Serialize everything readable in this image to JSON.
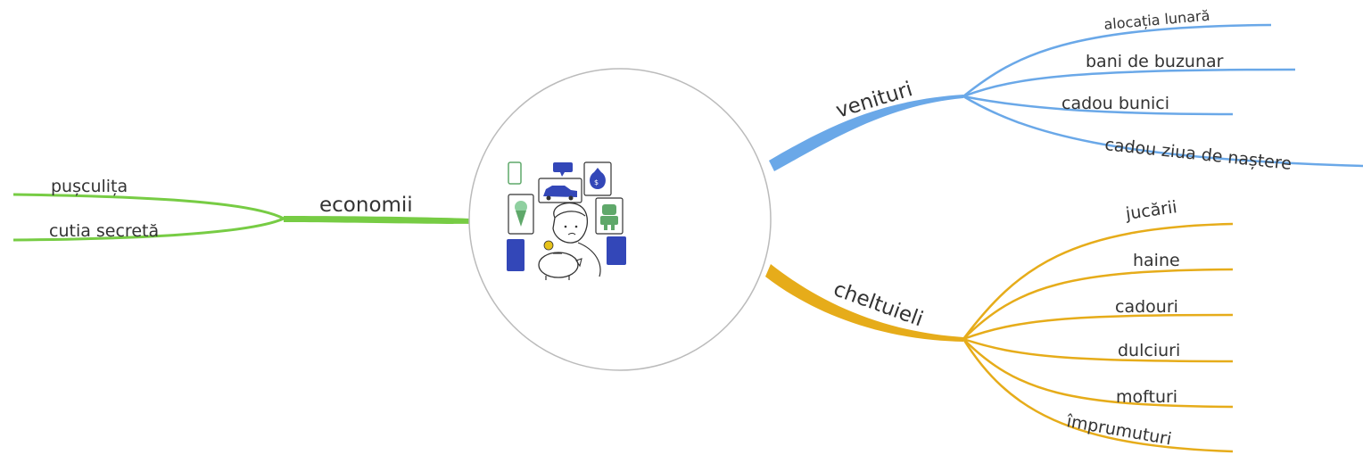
{
  "colors": {
    "economii": "#77cc44",
    "venituri": "#6aa8e8",
    "cheltuieli": "#e6ac1a",
    "text": "#333333",
    "circle_stroke": "#bbbbbb",
    "icon_blue": "#3347b8",
    "icon_green": "#5fa86a"
  },
  "center": {
    "image": "child-piggy-bank-illustration"
  },
  "branches": {
    "economii": {
      "label": "economii",
      "items": [
        "pușculița",
        "cutia secretă"
      ]
    },
    "venituri": {
      "label": "venituri",
      "items": [
        "alocația lunară",
        "bani de buzunar",
        "cadou bunici",
        "cadou ziua de naștere"
      ]
    },
    "cheltuieli": {
      "label": "cheltuieli",
      "items": [
        "jucării",
        "haine",
        "cadouri",
        "dulciuri",
        "mofturi",
        "împrumuturi"
      ]
    }
  }
}
